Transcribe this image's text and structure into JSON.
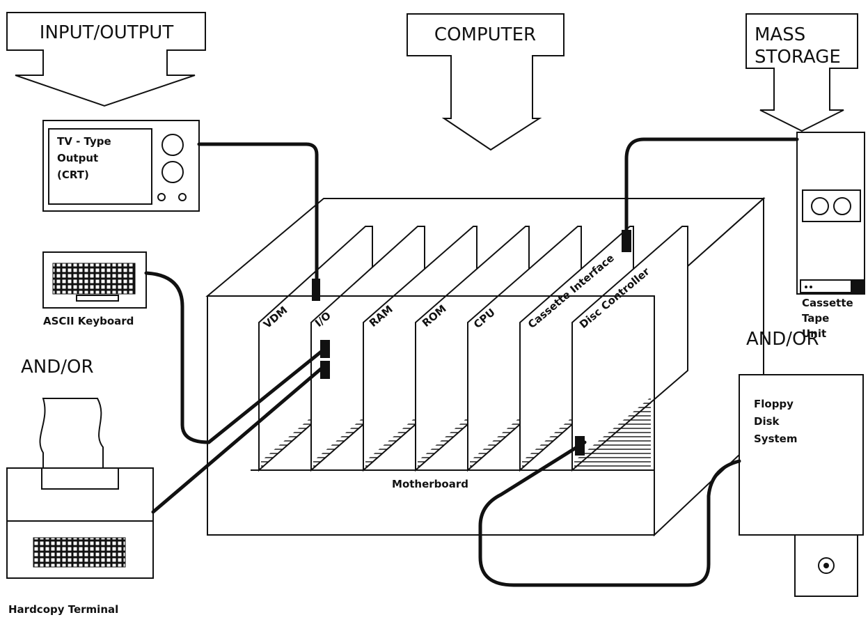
{
  "headers": {
    "input_output": "INPUT/OUTPUT",
    "computer": "COMPUTER",
    "mass_storage_line1": "MASS",
    "mass_storage_line2": "STORAGE"
  },
  "devices": {
    "tv_output": [
      "TV - Type",
      "Output",
      "(CRT)"
    ],
    "ascii_keyboard": "ASCII Keyboard",
    "hardcopy_terminal": "Hardcopy Terminal",
    "cassette_tape_unit": [
      "Cassette",
      "Tape",
      "Unit"
    ],
    "floppy_disk_system": [
      "Floppy",
      "Disk",
      "System"
    ]
  },
  "connectors": {
    "and_or_left": "AND/OR",
    "and_or_right": "AND/OR"
  },
  "cards": [
    "VDM",
    "I/O",
    "RAM",
    "ROM",
    "CPU",
    "Cassette Interface",
    "Disc Controller"
  ],
  "motherboard": "Motherboard"
}
